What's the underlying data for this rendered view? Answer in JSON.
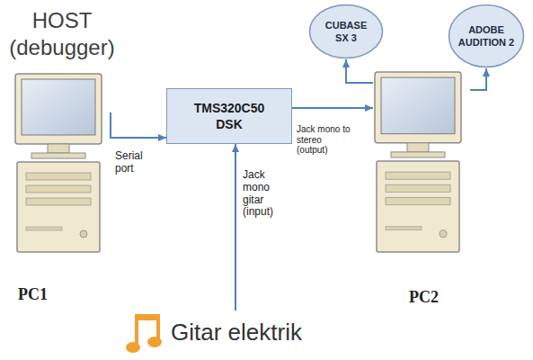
{
  "diagram": {
    "nodes": [
      {
        "text": [
          "HOST (debugger)",
          "PC1"
        ]
      },
      {
        "text": [
          "TMS320C50 DSK"
        ]
      },
      {
        "text": [
          "PC2"
        ]
      },
      {
        "text": [
          "CUBASE SX 3"
        ]
      },
      {
        "text": [
          "ADOBE AUDITION 2"
        ]
      },
      {
        "text": [
          "Gitar elektrik"
        ]
      }
    ],
    "edges": [
      {
        "from": 0,
        "to": 1,
        "label": "Serial port",
        "arrow": "to"
      },
      {
        "from": 5,
        "to": 1,
        "label": "Jack mono gitar (input)",
        "arrow": "to"
      },
      {
        "from": 1,
        "to": 2,
        "label": "Jack mono to stereo (output)",
        "arrow": "to"
      },
      {
        "from": 2,
        "to": 3,
        "arrow": "to"
      },
      {
        "from": 2,
        "to": 4,
        "arrow": "to"
      }
    ]
  }
}
